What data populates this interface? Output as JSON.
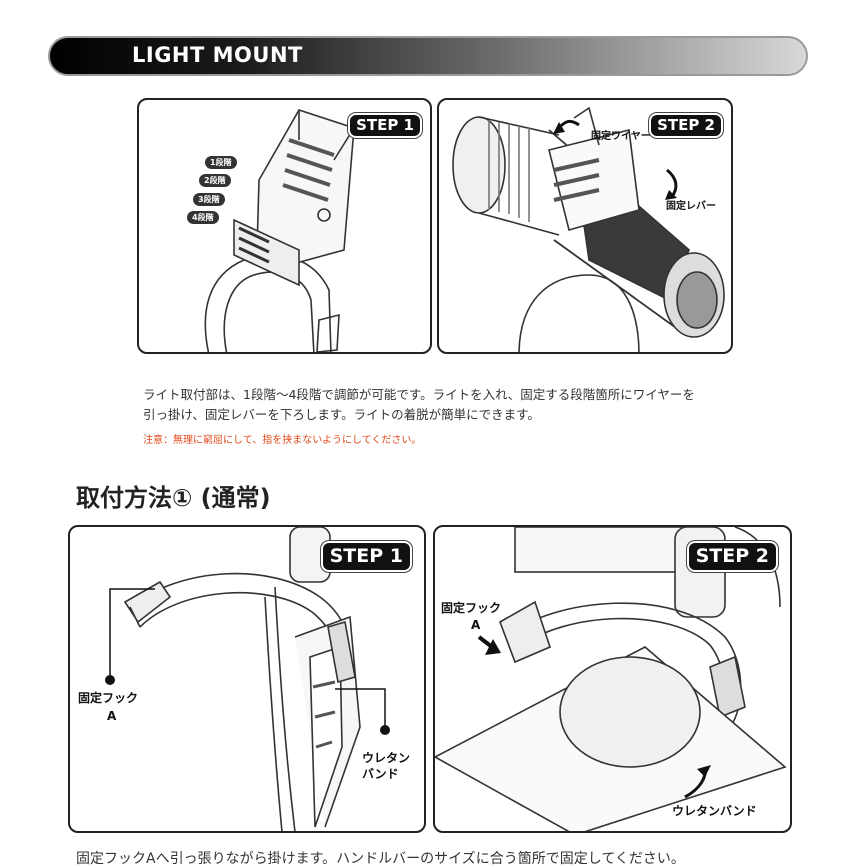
{
  "header": {
    "title": "LIGHT MOUNT"
  },
  "top_steps": {
    "step1": {
      "badge": "STEP 1",
      "levels": [
        "1段階",
        "2段階",
        "3段階",
        "4段階"
      ]
    },
    "step2": {
      "badge": "STEP 2",
      "wire_label": "固定ワイヤー",
      "lever_label": "固定レバー"
    }
  },
  "description": {
    "line1": "ライト取付部は、1段階～4段階で調節が可能です。ライトを入れ、固定する段階箇所にワイヤーを",
    "line2": "引っ掛け、固定レバーを下ろします。ライトの着脱が簡単にできます。",
    "caution": "注意：無理に窮屈にして、指を挟まないようにしてください。"
  },
  "section": {
    "title": "取付方法① (通常)"
  },
  "bottom_steps": {
    "step1": {
      "badge": "STEP 1",
      "hook_label_1": "固定フック",
      "hook_label_2": "A",
      "band_label_1": "ウレタン",
      "band_label_2": "バンド"
    },
    "step2": {
      "badge": "STEP 2",
      "hook_label_1": "固定フック",
      "hook_label_2": "A",
      "band_label": "ウレタンバンド"
    }
  },
  "footer": {
    "text": "固定フックAへ引っ張りながら掛けます。ハンドルバーのサイズに合う箇所で固定してください。"
  }
}
